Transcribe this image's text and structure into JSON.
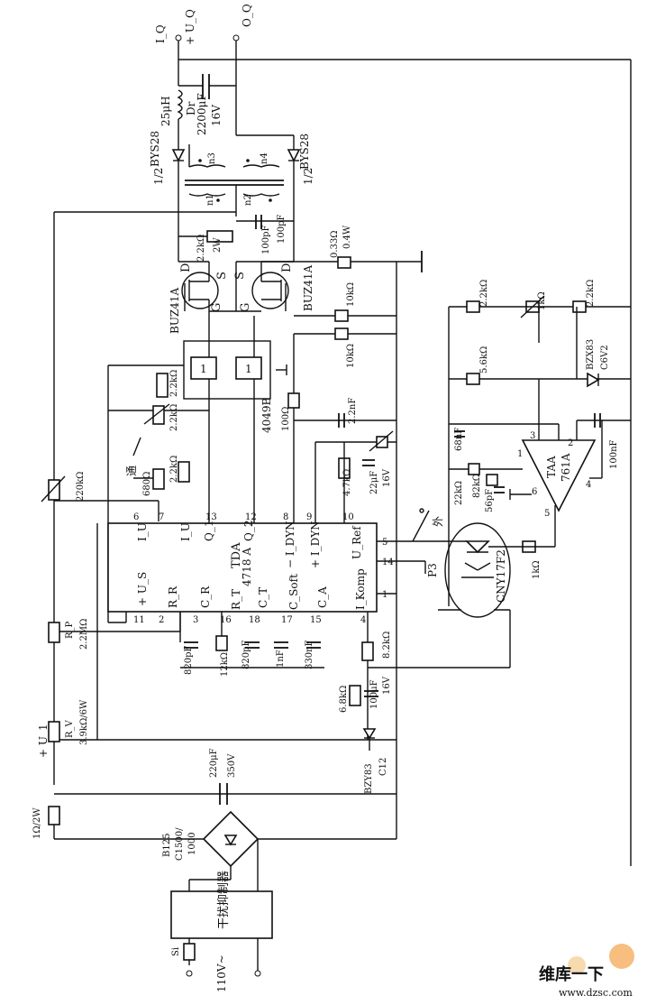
{
  "diagram": {
    "outputs": {
      "current": "I_Q",
      "voltage_plus": "+ U_Q",
      "voltage_out": "O_Q"
    },
    "choke": {
      "ref": "Dr",
      "value": "25μH"
    },
    "cap_out": {
      "value": "2200μF",
      "voltage": "16V"
    },
    "diodes_out": {
      "factor": "1/2",
      "part": "BYS28"
    },
    "windings": [
      "n3",
      "n4",
      "n1",
      "n2"
    ],
    "snubber": {
      "c": "100pF",
      "r": "2.2kΩ",
      "rp": "2W"
    },
    "mosfets": {
      "part": "BUZ41A",
      "pins": [
        "D",
        "S",
        "G"
      ]
    },
    "shunt": {
      "value": "0.33Ω",
      "power": "0.4W"
    },
    "buffer": {
      "part": "4049B",
      "gate_label": "1"
    },
    "resistors": {
      "r_10k_a": "10kΩ",
      "r_10k_b": "10kΩ",
      "r_100": "100Ω",
      "r_2k2_top": "2.2kΩ",
      "r_2k2_mid": "2.2kΩ",
      "r_680": "680Ω",
      "r_220k": "220kΩ",
      "r_2m2": "2.2MΩ",
      "r_3k9": "3.9kΩ/6W",
      "r_1": "1Ω/2W",
      "r_12k": "12kΩ",
      "r_8k2": "8.2kΩ",
      "r_6k8": "6.8kΩ",
      "r_4k7": "4.7kΩ",
      "r_22k": "22kΩ",
      "r_82k": "82kΩ",
      "r_5k6": "5.6kΩ",
      "r_2k2_r1": "2.2kΩ",
      "r_2k2_r2": "2.2kΩ",
      "r_1k_pot": "1kΩ",
      "r_1k": "1kΩ"
    },
    "resistor_labels": {
      "rp": "R_P",
      "rv": "R_V"
    },
    "caps": {
      "c_2n2": "2.2nF",
      "c_22u": "22μF",
      "c_22u_v": "16V",
      "c_820a": "820pF",
      "c_820b": "820pF",
      "c_1n": "1nF",
      "c_330n": "330nF",
      "c_100u": "100μF",
      "c_100u_v": "16V",
      "c_220u": "220μF",
      "c_220u_v": "350V",
      "c_68n": "68nF",
      "c_56p": "56pF",
      "c_100n": "100nF"
    },
    "ic_main": {
      "name": "TDA",
      "part": "4718 A",
      "pins": {
        "p6": "6",
        "p7": "7",
        "p13": "13",
        "p12": "12",
        "p8": "8",
        "p9": "9",
        "p10": "10",
        "p5": "5",
        "p14": "14",
        "p1": "1",
        "p2": "2",
        "p3": "3",
        "p16": "16",
        "p18": "18",
        "p17": "17",
        "p15": "15",
        "p4": "4",
        "p11": "11"
      },
      "pin_names": {
        "iu1": "I_U",
        "iu2": "I_U",
        "q1": "Q_1",
        "q2": "Q_2",
        "idyn_m": "− I_DYN",
        "idyn_p": "+ I_DYN",
        "uref": "U_Ref",
        "us": "+ U_S",
        "rr": "R_R",
        "cr": "C_R",
        "rt": "R_T",
        "ct": "C_T",
        "csoft": "C_Soft",
        "ca": "C_A",
        "ikomp": "I_Komp"
      }
    },
    "opamp": {
      "name": "TAA",
      "part": "761A",
      "pins": [
        "3",
        "1",
        "2",
        "4",
        "5",
        "6"
      ]
    },
    "zener_ref": {
      "part": "BZX83",
      "value": "C6V2"
    },
    "zener_aux": {
      "part": "BZY83",
      "value": "C12"
    },
    "optocoupler": "CNY17F2",
    "bridge": {
      "part": "B125",
      "rating": "C1500/",
      "current": "1000"
    },
    "filter": {
      "label": "干扰抑制器"
    },
    "switches": {
      "on": "通",
      "outer": "外",
      "p3": "P3"
    },
    "supply": {
      "u1": "+ U_1",
      "mains": "110V~",
      "fuse": "Si"
    },
    "watermark": {
      "line1": "维库一下",
      "line2": "www.dzsc.com"
    }
  }
}
